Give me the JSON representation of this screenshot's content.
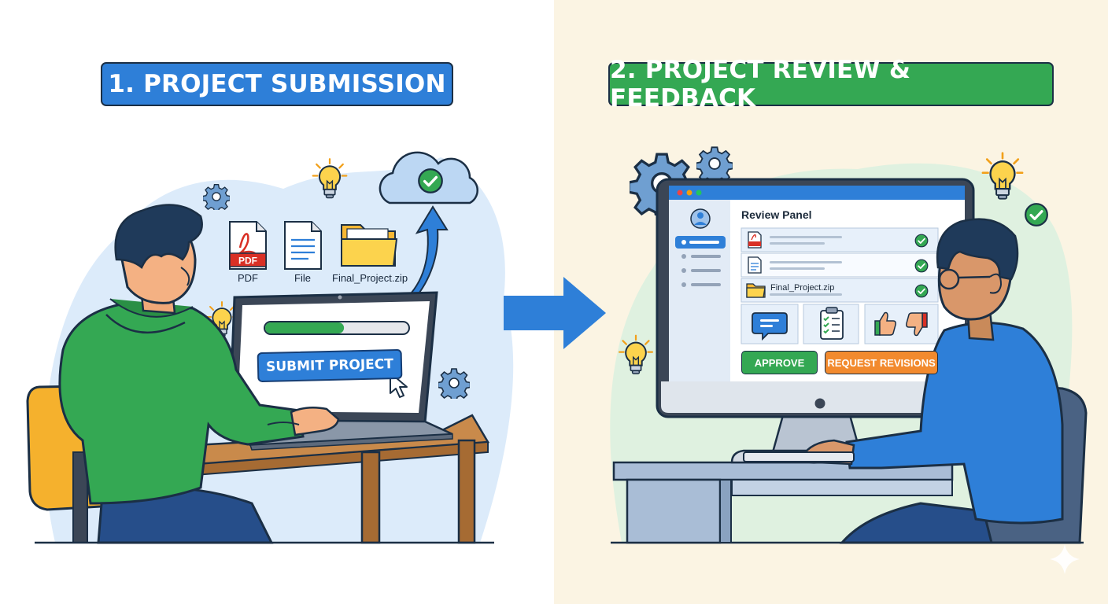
{
  "titles": {
    "left": "1. PROJECT SUBMISSION",
    "right": "2. PROJECT REVIEW & FEEDBACK"
  },
  "submission": {
    "files": [
      {
        "label": "PDF",
        "icon": "pdf-file-icon",
        "badge": "PDF"
      },
      {
        "label": "File",
        "icon": "document-file-icon"
      },
      {
        "label": "Final_Project.zip",
        "icon": "folder-icon"
      }
    ],
    "submit_button": "SUBMIT PROJECT",
    "upload_progress": 0.55
  },
  "review": {
    "panel_title": "Review Panel",
    "zip_file": "Final_Project.zip",
    "approve_button": "APPROVE",
    "revisions_button": "REQUEST REVISIONS"
  },
  "colors": {
    "blue": "#2e7fd8",
    "green": "#34a853",
    "orange": "#f28a2e",
    "yellow": "#f7b733",
    "right_bg": "#fbf4e3"
  }
}
